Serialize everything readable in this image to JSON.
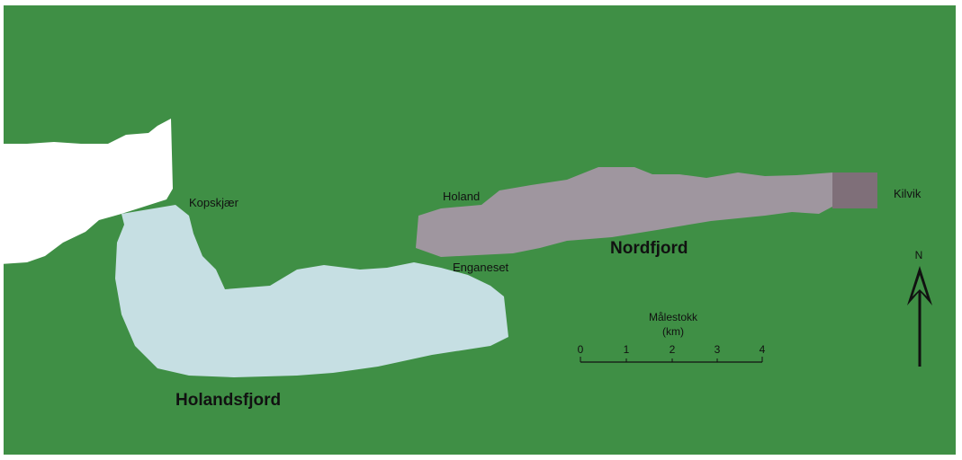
{
  "map": {
    "colors": {
      "land": "#3f8f45",
      "open_sea": "#ffffff",
      "holandsfjord": "#c6dfe3",
      "nordfjord": "#9f969f",
      "kilvik": "#7f6f79"
    },
    "places": {
      "kopskjaer": "Kopskjær",
      "holand": "Holand",
      "enganeset": "Enganeset",
      "kilvik": "Kilvik"
    },
    "fjords": {
      "holandsfjord": "Holandsfjord",
      "nordfjord": "Nordfjord"
    },
    "scale_bar": {
      "title": "Målestokk",
      "unit": "(km)",
      "ticks": [
        "0",
        "1",
        "2",
        "3",
        "4"
      ]
    },
    "north_arrow": {
      "label": "N",
      "icon": "north-arrow-icon"
    }
  }
}
